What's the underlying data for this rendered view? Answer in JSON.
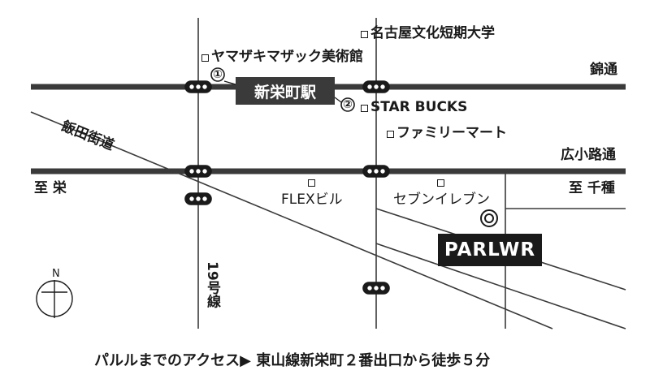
{
  "station": {
    "name": "新栄町駅"
  },
  "destination": {
    "name": "PARLWR"
  },
  "exits": {
    "exit1": "①",
    "exit2": "②"
  },
  "roads": {
    "nishiki": "錦通",
    "hirokoji": "広小路通",
    "iida": "飯田街道",
    "route19": "19号線"
  },
  "directions": {
    "west": "至 栄",
    "east": "至 千種"
  },
  "landmarks": {
    "college": "名古屋文化短期大学",
    "museum": "ヤマザキマザック美術館",
    "starbucks": "STAR BUCKS",
    "familymart": "ファミリーマート",
    "flex": "FLEXビル",
    "seven": "セブンイレブン"
  },
  "compass": {
    "north": "N"
  },
  "access": {
    "text": "パルルまでのアクセス▶ 東山線新栄町２番出口から徒歩５分"
  },
  "colors": {
    "road": "#3a3a3a",
    "ink": "#1a1a1a",
    "station_bg": "#3a3a3a",
    "destination_bg": "#1a1a1a"
  }
}
